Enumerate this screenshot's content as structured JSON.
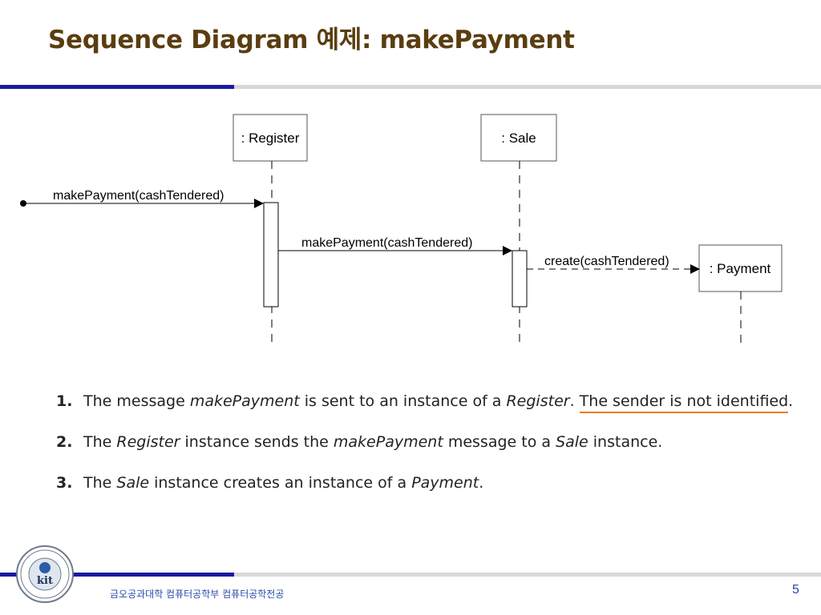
{
  "slide": {
    "title": "Sequence Diagram 예제: makePayment",
    "page_number": "5",
    "footer": "금오공과대학 컴퓨터공학부 컴퓨터공학전공",
    "colors": {
      "title": "#5a3d10",
      "accent_blue": "#1a1a9e",
      "rule_gray": "#d8d8d8",
      "highlight": "#f07a20"
    },
    "logo_text": "kit"
  },
  "diagram": {
    "lifelines": [
      {
        "label": ": Register"
      },
      {
        "label": ": Sale"
      },
      {
        "label": ": Payment"
      }
    ],
    "messages": [
      {
        "label": "makePayment(cashTendered)",
        "style": "solid"
      },
      {
        "label": "makePayment(cashTendered)",
        "style": "solid"
      },
      {
        "label": "create(cashTendered)",
        "style": "dashed"
      }
    ]
  },
  "notes": [
    {
      "num": "1.",
      "parts": [
        "The message ",
        "makePayment",
        " is sent to an instance of a ",
        "Register",
        ". ",
        "The sender is not identified",
        "."
      ]
    },
    {
      "num": "2.",
      "parts": [
        "The ",
        "Register",
        " instance sends the ",
        "makePayment",
        " message to a ",
        "Sale",
        " instance."
      ]
    },
    {
      "num": "3.",
      "parts": [
        "The ",
        "Sale",
        " instance creates an instance of a ",
        "Payment",
        "."
      ]
    }
  ]
}
